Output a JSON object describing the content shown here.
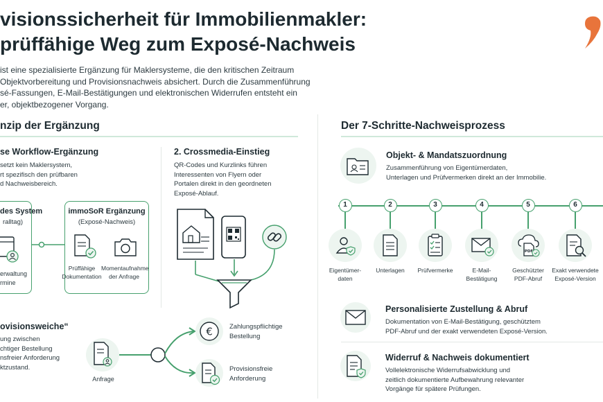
{
  "header": {
    "title_line1": "visionssicherheit für Immobilienmakler:",
    "title_line2": "prüffähige Weg zum Exposé-Nachweis",
    "intro_line1": "ist eine spezialisierte Ergänzung für Maklersysteme, die den kritischen Zeitraum",
    "intro_line2": "Objektvorbereitung und Provisionsnachweis absichert. Durch die Zusammenführung",
    "intro_line3": "sé-Fassungen, E-Mail-Bestätigungen und elektronischen Widerrufen entsteht ein",
    "intro_line4": "er, objektbezogener Vorgang."
  },
  "left": {
    "heading": "nzip der Ergänzung",
    "workflow": {
      "title": "se Workflow-Ergänzung",
      "line1": "setzt kein Maklersystem,",
      "line2": "rt spezifisch den prüfbaren",
      "line3": "d Nachweisbereich."
    },
    "crossmedia": {
      "title": "2. Crossmedia-Einstieg",
      "line1": "QR-Codes und Kurzlinks führen",
      "line2": "Interessenten von Flyern oder",
      "line3": "Portalen direkt in den geordneten",
      "line4": "Exposé-Ablauf."
    },
    "system_box": {
      "title": "des System",
      "subtitle": "ralltag)",
      "label1": "erwaltung",
      "label2": "rmine"
    },
    "immosor_box": {
      "title": "immoSoR Ergänzung",
      "subtitle": "(Exposé-Nachweis)",
      "item1_line1": "Prüffähige",
      "item1_line2": "Dokumentation",
      "item2_line1": "Momentaufnahme",
      "item2_line2": "der Anfrage"
    },
    "weiche": {
      "title": "ovisionsweiche“",
      "line1": "ung zwischen",
      "line2": "chtiger Bestellung",
      "line3": "nsfreier Anforderung",
      "line4": "ktzustand."
    },
    "anfrage_label": "Anfrage",
    "branch1_line1": "Zahlungspflichtige",
    "branch1_line2": "Bestellung",
    "branch2_line1": "Provisionsfreie",
    "branch2_line2": "Anforderung"
  },
  "right": {
    "heading": "Der 7-Schritte-Nachweisprozess",
    "block1": {
      "title": "Objekt- & Mandatszuordnung",
      "line1": "Zusammenführung von Eigentümerdaten,",
      "line2": "Unterlagen und Prüfvermerken direkt an der Immobilie."
    },
    "steps": [
      {
        "num": "1",
        "label1": "Eigentümer-",
        "label2": "daten",
        "icon": "owner-shield-icon"
      },
      {
        "num": "2",
        "label1": "Unterlagen",
        "label2": "",
        "icon": "document-icon"
      },
      {
        "num": "3",
        "label1": "Prüfvermerke",
        "label2": "",
        "icon": "checklist-icon"
      },
      {
        "num": "4",
        "label1": "E-Mail-",
        "label2": "Bestätigung",
        "icon": "mail-check-icon"
      },
      {
        "num": "5",
        "label1": "Geschützter",
        "label2": "PDF-Abruf",
        "icon": "pdf-cloud-icon"
      },
      {
        "num": "6",
        "label1": "Exakt verwendete",
        "label2": "Exposé-Version",
        "icon": "document-search-icon"
      }
    ],
    "block2": {
      "title": "Personalisierte Zustellung & Abruf",
      "line1": "Dokumentation von E-Mail-Bestätigung, geschütztem",
      "line2": "PDF-Abruf und der exakt verwendeten Exposé-Version."
    },
    "block3": {
      "title": "Widerruf & Nachweis dokumentiert",
      "line1": "Vollelektronische Widerrufsabwicklung und",
      "line2": "zeitlich dokumentierte Aufbewahrung relevanter",
      "line3": "Vorgänge für spätere Prüfungen."
    }
  },
  "colors": {
    "accent_green": "#46a06d",
    "light_green": "#cfe8da",
    "logo_orange": "#e8743b",
    "text_dark": "#1d2a30"
  }
}
